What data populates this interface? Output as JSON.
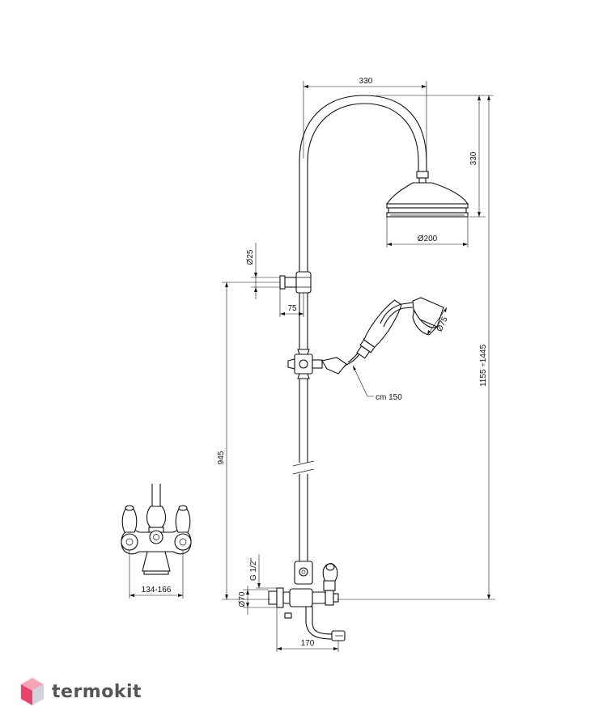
{
  "dimensions": {
    "head_arm_reach": "330",
    "head_arm_height": "330",
    "head_diameter": "Ø200",
    "rail_tube_diameter": "Ø25",
    "bracket_offset": "75",
    "hand_shower_diameter": "Ø75",
    "hose_length": "cm 150",
    "overall_height_range": "1155 ÷1445",
    "mixer_to_bracket_height": "945",
    "connection_thread": "G 1/2\"",
    "connection_diameter": "Ø70",
    "spout_reach": "170",
    "inlet_centres_range": "134-166"
  },
  "brand": {
    "name": "termokit",
    "logo": "cube-logo-icon",
    "colors": {
      "top": "#f5a3b5",
      "left": "#e8436b",
      "right": "#d1d3da"
    }
  }
}
